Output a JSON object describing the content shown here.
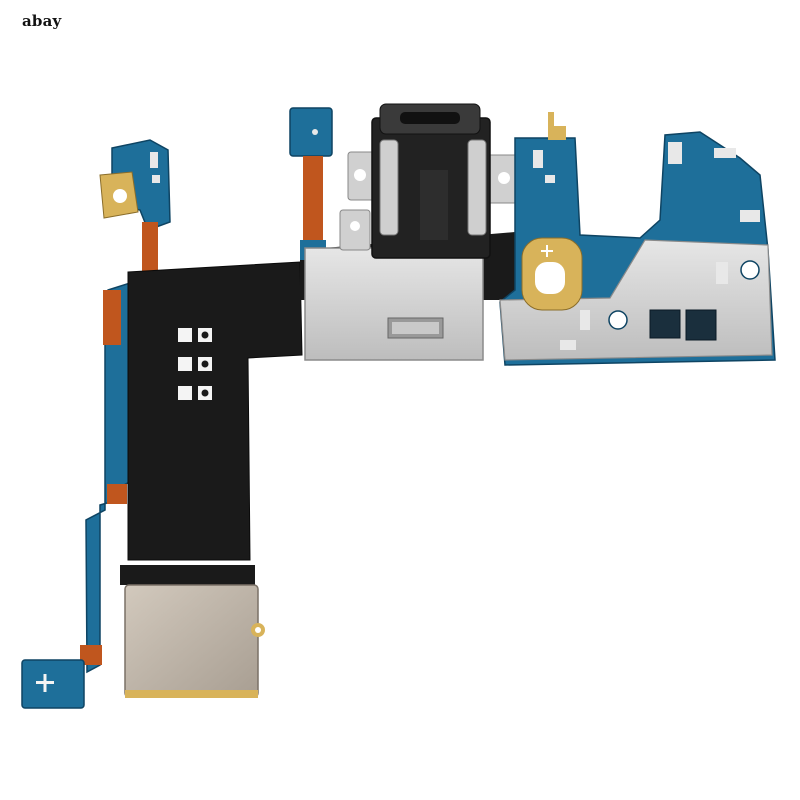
{
  "watermark": {
    "text": "abay"
  },
  "colors": {
    "pcb_blue": "#1e6f9a",
    "pcb_blue_light": "#2b86b3",
    "flex_black": "#1a1a1a",
    "flex_copper": "#c0561e",
    "shield_silver": "#cfcfcf",
    "stiffener_gray": "#b9b9b9",
    "gold_pad": "#d8b35a",
    "label_white": "#f4f4f4"
  },
  "icons": [
    "plus-marking",
    "usb-c-connector",
    "shield-can",
    "microphone",
    "antenna-contact"
  ]
}
